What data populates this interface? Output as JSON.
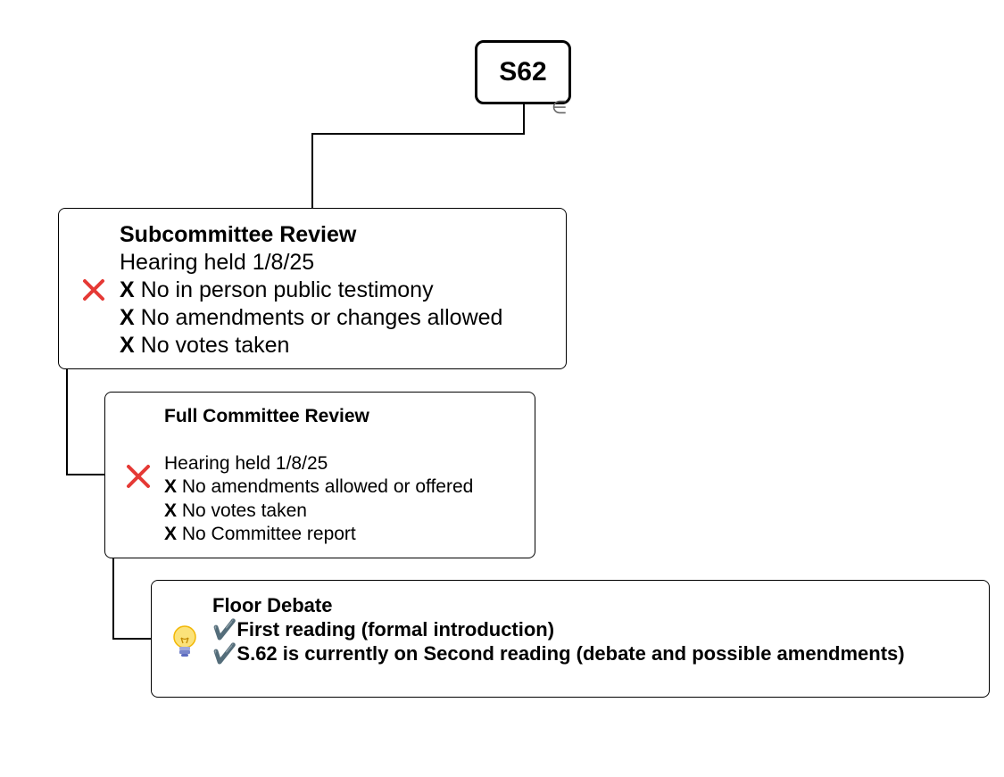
{
  "root": {
    "label": "S62",
    "collapse_glyph": "∈"
  },
  "nodes": [
    {
      "title": "Subcommittee Review",
      "status_icon": "red-x-icon",
      "lines": [
        {
          "text": "Hearing held 1/8/25"
        },
        {
          "mark": "X",
          "text": "No in person public testimony"
        },
        {
          "mark": "X",
          "text": "No amendments or changes allowed"
        },
        {
          "mark": "X",
          "text": "No votes taken"
        }
      ]
    },
    {
      "title": "Full Committee Review",
      "status_icon": "red-x-icon",
      "lines": [
        {
          "text": "Hearing held 1/8/25"
        },
        {
          "mark": "X",
          "text": "No amendments allowed or offered"
        },
        {
          "mark": "X",
          "text": "No votes taken"
        },
        {
          "mark": "X",
          "text": "No Committee report"
        }
      ]
    },
    {
      "title": "Floor Debate",
      "status_icon": "lightbulb-icon",
      "lines": [
        {
          "mark": "✔️",
          "text": "First reading (formal introduction)"
        },
        {
          "mark": "✔️",
          "text": "S.62 is currently on Second reading (debate and possible amendments)"
        }
      ]
    }
  ],
  "colors": {
    "x_icon": "#e53935",
    "bulb": "#f5c518",
    "line": "#000000"
  }
}
